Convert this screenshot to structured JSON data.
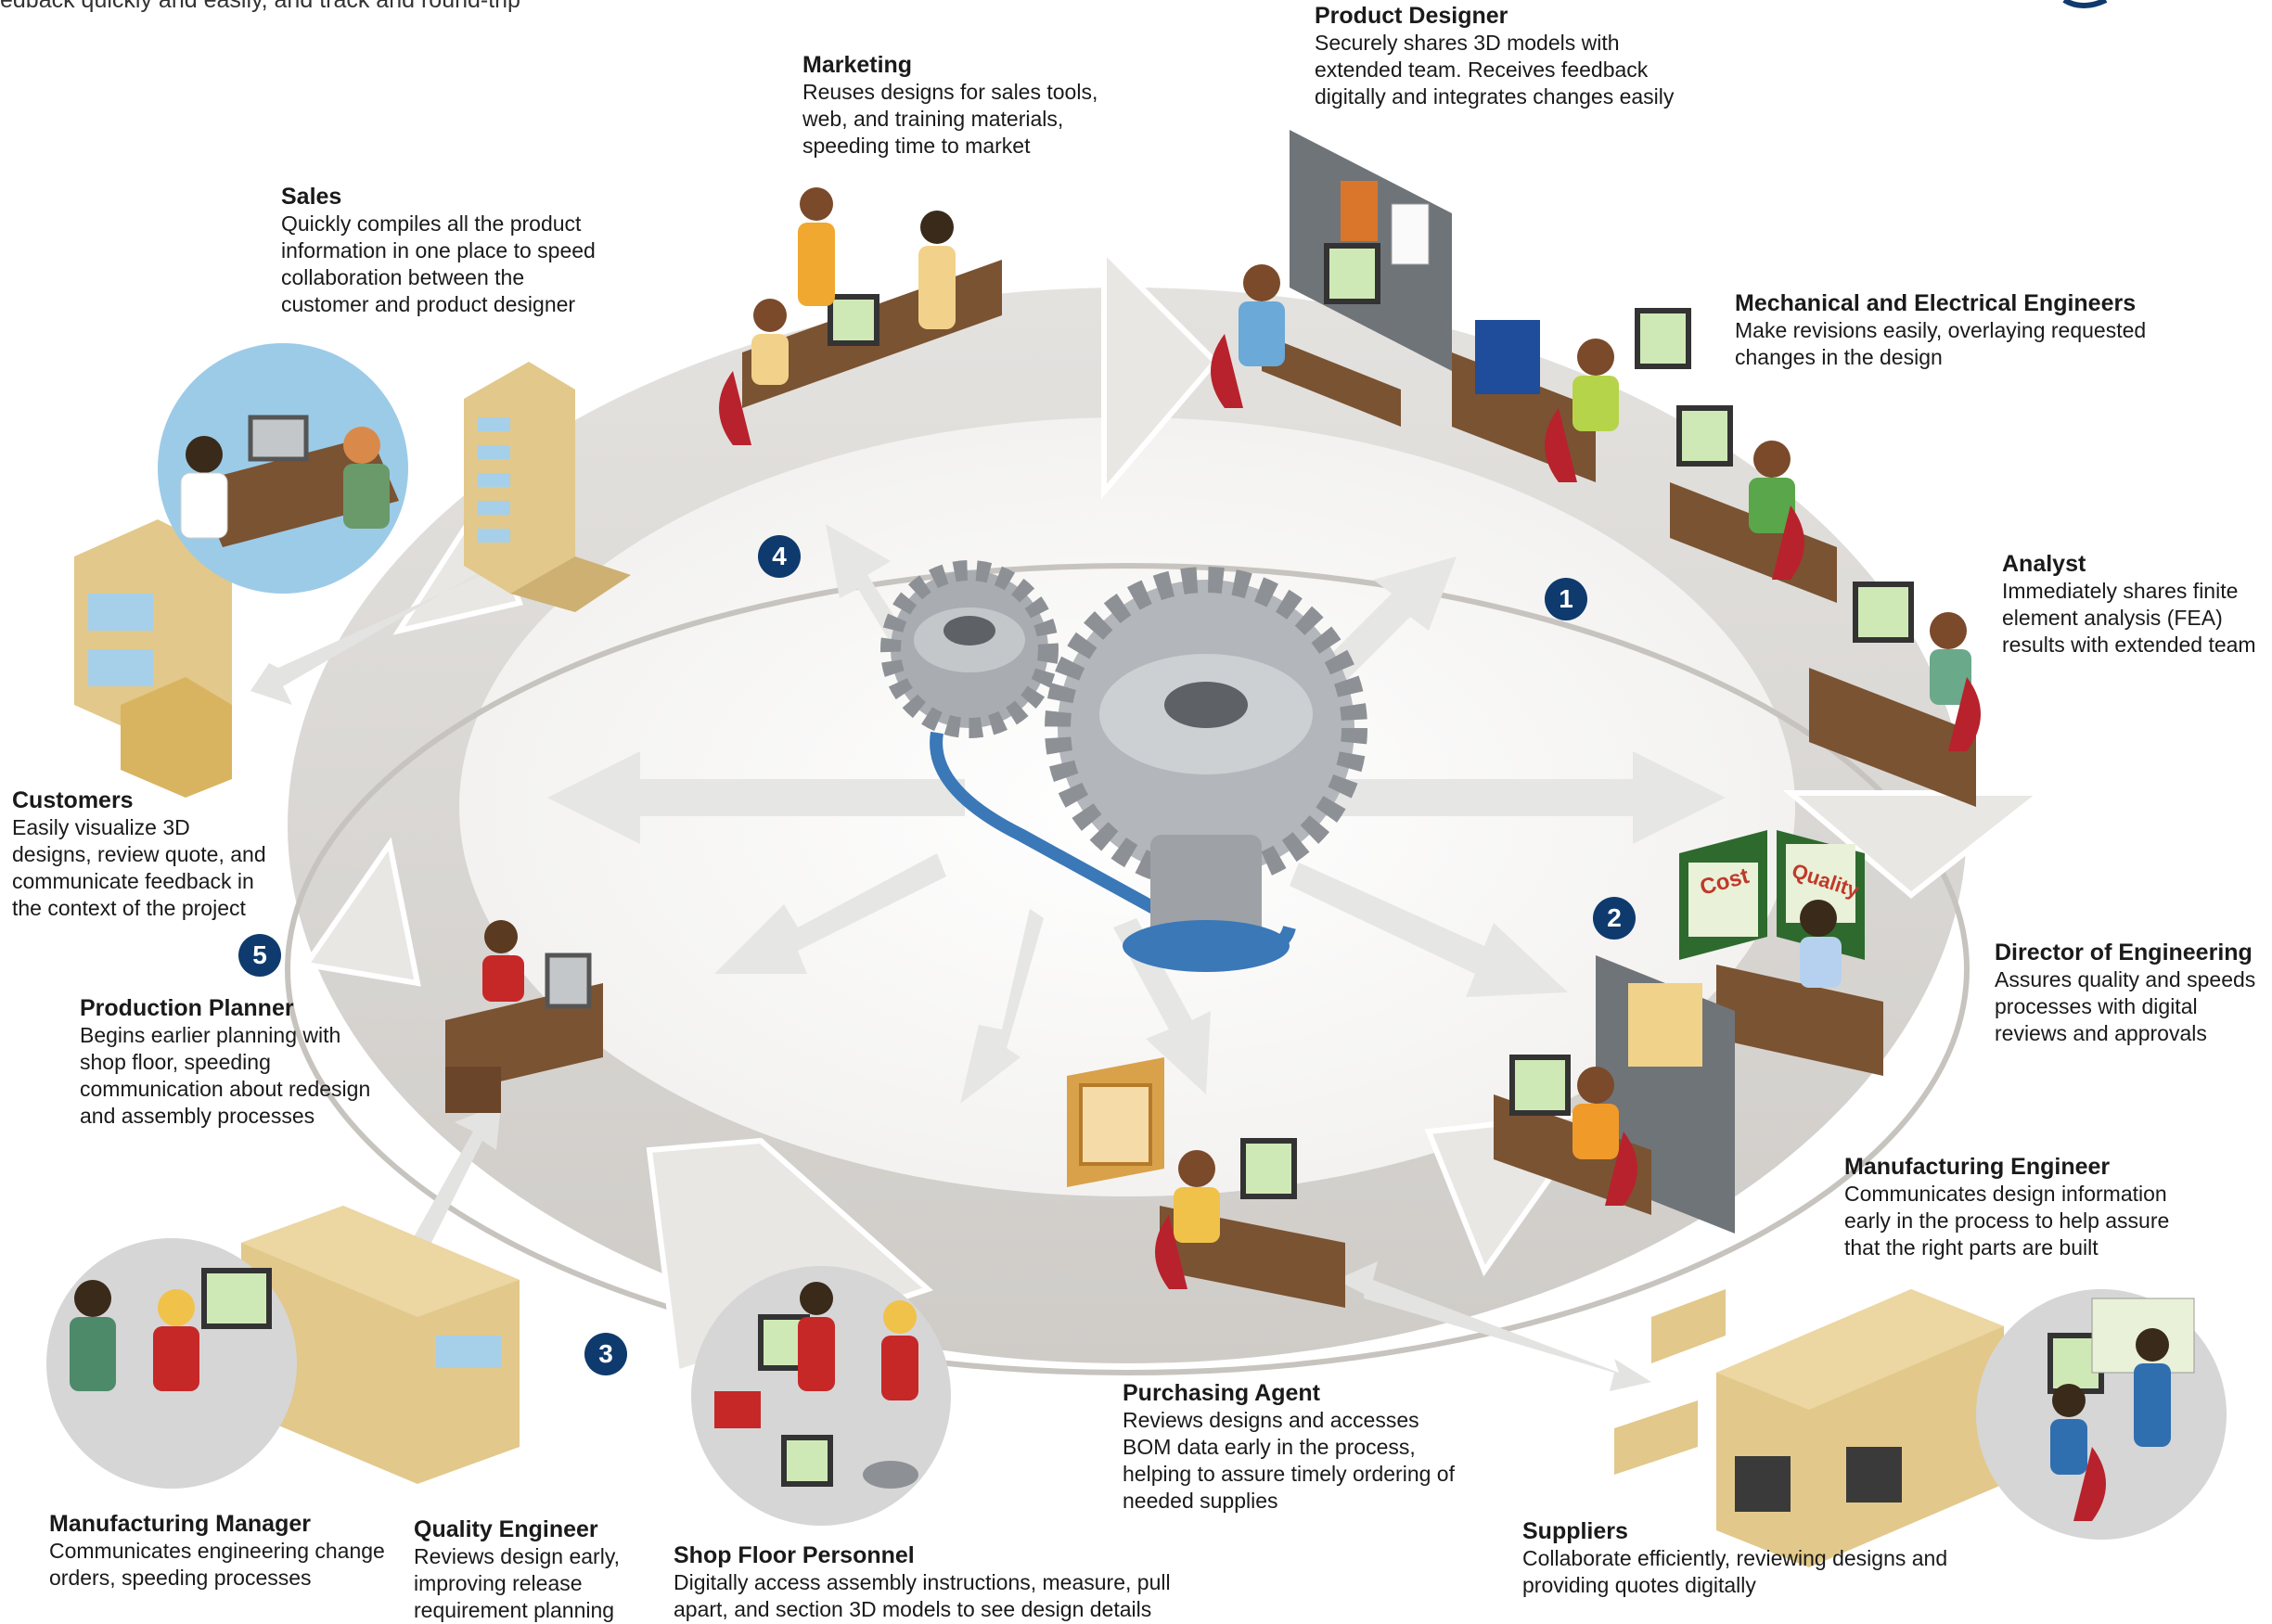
{
  "intro_text": "edback quickly and easily, and track and round-trip",
  "roles": [
    {
      "id": "product-designer",
      "title": "Product Designer",
      "desc": "Securely shares 3D models with extended team. Receives feedback digitally and integrates changes easily"
    },
    {
      "id": "marketing",
      "title": "Marketing",
      "desc": "Reuses designs for sales tools, web, and training materials, speeding time to market"
    },
    {
      "id": "sales",
      "title": "Sales",
      "desc": "Quickly compiles all the product information in one place to speed collaboration between the customer and product designer"
    },
    {
      "id": "mech-elec-engineers",
      "title": "Mechanical and Electrical Engineers",
      "desc": "Make revisions easily, overlaying requested changes in the design"
    },
    {
      "id": "analyst",
      "title": "Analyst",
      "desc": "Immediately shares finite element analysis (FEA) results with extended team"
    },
    {
      "id": "customers",
      "title": "Customers",
      "desc": "Easily visualize 3D designs, review quote, and communicate feedback in the context of the project"
    },
    {
      "id": "director-engineering",
      "title": "Director of Engineering",
      "desc": "Assures quality and speeds processes with digital reviews and approvals"
    },
    {
      "id": "production-planner",
      "title": "Production Planner",
      "desc": "Begins earlier planning with shop floor, speeding communication about redesign and assembly processes"
    },
    {
      "id": "manufacturing-engineer",
      "title": "Manufacturing Engineer",
      "desc": "Communicates design information early in the process to help assure that the right parts are built"
    },
    {
      "id": "purchasing-agent",
      "title": "Purchasing Agent",
      "desc": "Reviews designs and accesses BOM data early in the process, helping to assure timely ordering of needed supplies"
    },
    {
      "id": "manufacturing-manager",
      "title": "Manufacturing Manager",
      "desc": "Communicates engineering change orders, speeding processes"
    },
    {
      "id": "quality-engineer",
      "title": "Quality Engineer",
      "desc": "Reviews design early, improving release requirement planning"
    },
    {
      "id": "shop-floor",
      "title": "Shop Floor Personnel",
      "desc": "Digitally access assembly instructions, measure, pull apart, and section 3D models to see design details"
    },
    {
      "id": "suppliers",
      "title": "Suppliers",
      "desc": "Collaborate efficiently, reviewing designs and providing quotes digitally"
    }
  ],
  "steps": [
    "1",
    "2",
    "3",
    "4",
    "5"
  ],
  "board_labels": {
    "cost": "Cost",
    "quality": "Quality"
  },
  "colors": {
    "ring": "#dcdad7",
    "badge": "#0f3a6e",
    "gear": "#a9adb2",
    "belt": "#3a78b8",
    "building": "#e2c88a",
    "chair": "#b8222c",
    "desk": "#7a5332"
  }
}
